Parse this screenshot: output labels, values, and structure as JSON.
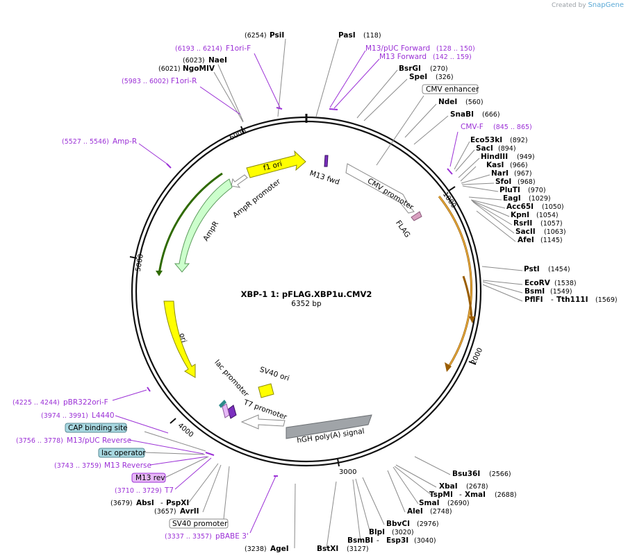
{
  "branding": {
    "created_by": "Created by",
    "app": "SnapGene"
  },
  "plasmid": {
    "name": "XBP-1 1: pFLAG.XBP1u.CMV2",
    "size": "6352 bp"
  },
  "tick_labels": [
    "1000",
    "2000",
    "3000",
    "4000",
    "5000",
    "6000"
  ],
  "features": [
    {
      "id": "cmv-promoter",
      "label": "CMV promoter",
      "color": "#ffffff"
    },
    {
      "id": "flag",
      "label": "FLAG",
      "color": "#d9a0c0"
    },
    {
      "id": "m13fwd",
      "label": "M13 fwd",
      "color": "#7b2fbf"
    },
    {
      "id": "f1ori",
      "label": "f1 ori",
      "color": "#ffff00"
    },
    {
      "id": "ampr-promoter",
      "label": "AmpR promoter",
      "color": "#ffffff"
    },
    {
      "id": "ampr",
      "label": "AmpR",
      "color": "#ccffcc"
    },
    {
      "id": "ori",
      "label": "ori",
      "color": "#ffff00"
    },
    {
      "id": "lac-promoter",
      "label": "lac promoter",
      "color": "#ffffff"
    },
    {
      "id": "sv40-ori",
      "label": "SV40 ori",
      "color": "#ffff00"
    },
    {
      "id": "t7-promoter",
      "label": "T7 promoter",
      "color": "#ffffff"
    },
    {
      "id": "hgh",
      "label": "hGH poly(A) signal",
      "color": "#a0a4a8"
    }
  ],
  "enzymes": [
    {
      "name": "PsiI",
      "pos": "(6254)"
    },
    {
      "name": "PasI",
      "pos": "(118)"
    },
    {
      "name": "NaeI",
      "pos": "(6023)"
    },
    {
      "name": "NgoMIV",
      "pos": "(6021)"
    },
    {
      "name": "BsrGI",
      "pos": "(270)"
    },
    {
      "name": "SpeI",
      "pos": "(326)"
    },
    {
      "name": "NdeI",
      "pos": "(560)"
    },
    {
      "name": "SnaBI",
      "pos": "(666)"
    },
    {
      "name": "Eco53kI",
      "pos": "(892)"
    },
    {
      "name": "SacI",
      "pos": "(894)"
    },
    {
      "name": "HindIII",
      "pos": "(949)"
    },
    {
      "name": "KasI",
      "pos": "(966)"
    },
    {
      "name": "NarI",
      "pos": "(967)"
    },
    {
      "name": "SfoI",
      "pos": "(968)"
    },
    {
      "name": "PluTI",
      "pos": "(970)"
    },
    {
      "name": "EagI",
      "pos": "(1029)"
    },
    {
      "name": "Acc65I",
      "pos": "(1050)"
    },
    {
      "name": "KpnI",
      "pos": "(1054)"
    },
    {
      "name": "RsrII",
      "pos": "(1057)"
    },
    {
      "name": "SacII",
      "pos": "(1063)"
    },
    {
      "name": "AfeI",
      "pos": "(1145)"
    },
    {
      "name": "PstI",
      "pos": "(1454)"
    },
    {
      "name": "EcoRV",
      "pos": "(1538)"
    },
    {
      "name": "BsmI",
      "pos": "(1549)"
    },
    {
      "name": "PflFI",
      "name2": "Tth111I",
      "pos": "(1569)"
    },
    {
      "name": "Bsu36I",
      "pos": "(2566)"
    },
    {
      "name": "XbaI",
      "pos": "(2678)"
    },
    {
      "name": "TspMI",
      "name2": "XmaI",
      "pos": "(2688)"
    },
    {
      "name": "SmaI",
      "pos": "(2690)"
    },
    {
      "name": "AleI",
      "pos": "(2748)"
    },
    {
      "name": "BbvCI",
      "pos": "(2976)"
    },
    {
      "name": "BlpI",
      "pos": "(3020)"
    },
    {
      "name": "BsmBI",
      "name2": "Esp3I",
      "pos": "(3040)"
    },
    {
      "name": "BstXI",
      "pos": "(3127)"
    },
    {
      "name": "AgeI",
      "pos": "(3238)"
    },
    {
      "name": "AvrII",
      "pos": "(3657)"
    },
    {
      "name": "AbsI",
      "name2": "PspXI",
      "pos": "(3679)"
    }
  ],
  "primers": [
    {
      "name": "F1ori-F",
      "range": "(6193 .. 6214)"
    },
    {
      "name": "F1ori-R",
      "range": "(5983 .. 6002)"
    },
    {
      "name": "M13/pUC Forward",
      "range": "(128 .. 150)"
    },
    {
      "name": "M13 Forward",
      "range": "(142 .. 159)"
    },
    {
      "name": "CMV-F",
      "range": "(845 .. 865)"
    },
    {
      "name": "Amp-R",
      "range": "(5527 .. 5546)"
    },
    {
      "name": "pBR322ori-F",
      "range": "(4225 .. 4244)"
    },
    {
      "name": "L4440",
      "range": "(3974 .. 3991)"
    },
    {
      "name": "M13/pUC Reverse",
      "range": "(3756 .. 3778)"
    },
    {
      "name": "M13 Reverse",
      "range": "(3743 .. 3759)"
    },
    {
      "name": "T7",
      "range": "(3710 .. 3729)"
    },
    {
      "name": "pBABE 3'",
      "range": "(3337 .. 3357)"
    }
  ],
  "boxed_features": [
    {
      "label": "CMV enhancer",
      "fill": "#ffffff"
    },
    {
      "label": "CAP binding site",
      "fill": "#a7d7e0"
    },
    {
      "label": "lac operator",
      "fill": "#a7d7e0"
    },
    {
      "label": "M13 rev",
      "fill": "#e7b8f7"
    },
    {
      "label": "SV40 promoter",
      "fill": "#ffffff"
    }
  ]
}
